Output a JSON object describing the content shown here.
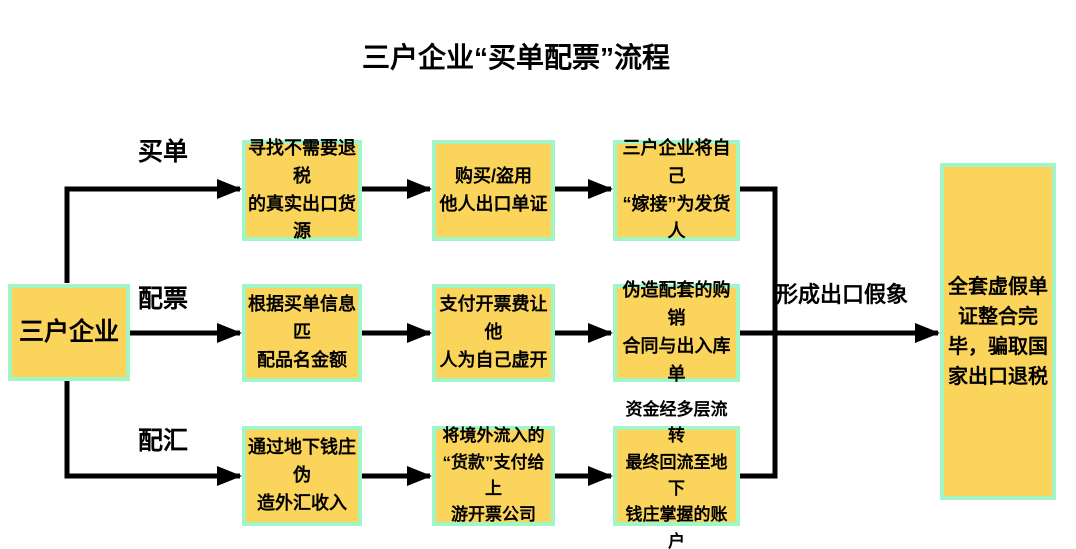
{
  "title": "三户企业“买单配票”流程",
  "colors": {
    "box_fill": "#FBD45C",
    "box_border": "#A2F6C6",
    "arrow": "#000000",
    "text": "#000000",
    "background": "#FFFFFF"
  },
  "source_box": {
    "label": "三户企业"
  },
  "branches": [
    {
      "label": "买单",
      "steps": [
        "寻找不需要退税\n的真实出口货源",
        "购买/盗用\n他人出口单证",
        "三户企业将自己\n“嫁接”为发货人"
      ]
    },
    {
      "label": "配票",
      "steps": [
        "根据买单信息匹\n配品名金额",
        "支付开票费让他\n人为自己虚开",
        "伪造配套的购销\n合同与出入库单"
      ]
    },
    {
      "label": "配汇",
      "steps": [
        "通过地下钱庄伪\n造外汇收入",
        "将境外流入的\n“货款”支付给上\n游开票公司",
        "资金经多层流转\n最终回流至地下\n钱庄掌握的账户"
      ]
    }
  ],
  "merge_label": "形成出口假象",
  "result_box": {
    "label": "全套虚假单\n证整合完\n毕，骗取国\n家出口退税"
  }
}
